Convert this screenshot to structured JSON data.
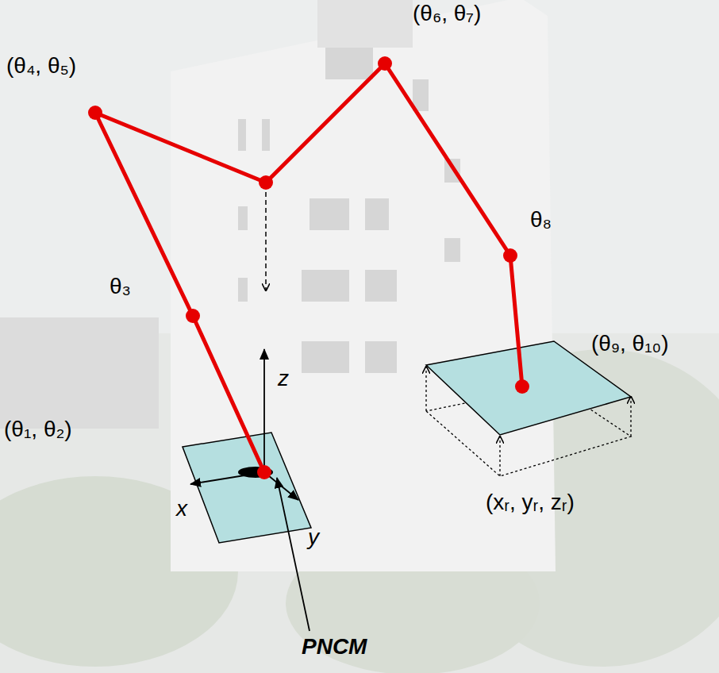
{
  "diagram": {
    "labels": [
      "(θ₆, θ₇)",
      "(θ₄, θ₅)",
      "θ₃",
      "θ₈",
      "(θ₉, θ₁₀)",
      "z",
      "(θ₁, θ₂)",
      "x",
      "y",
      "(xᵣ, yᵣ, zᵣ)",
      "PNCM"
    ]
  }
}
